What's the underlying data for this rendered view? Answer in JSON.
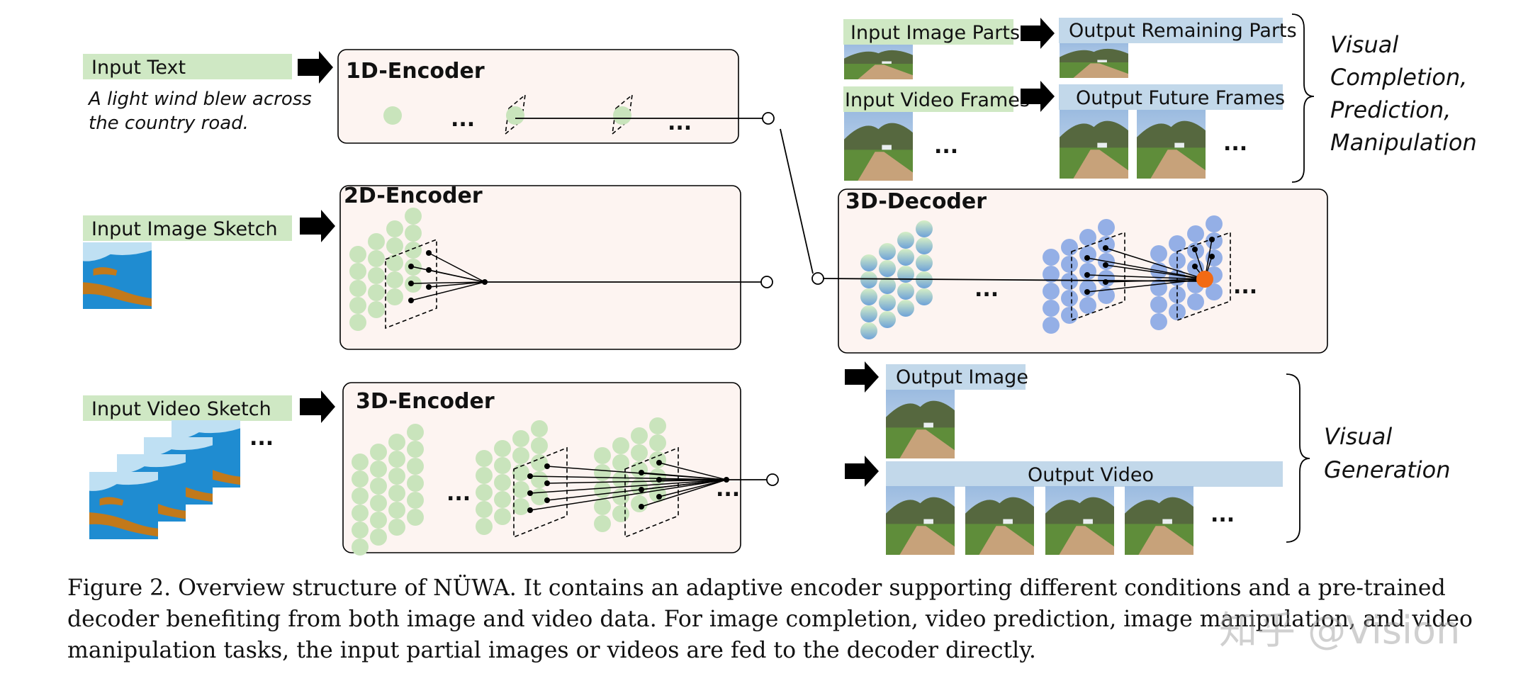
{
  "figure": {
    "caption": "Figure 2. Overview structure of NÜWA. It contains an adaptive encoder supporting different conditions and a pre-trained decoder benefiting from both image and video data. For image completion, video prediction, image manipulation, and video manipulation tasks, the input partial images or videos are fed to the decoder directly.",
    "watermark": "知乎 @Vision"
  },
  "inputs": {
    "text_label": "Input Text",
    "text_example_line1": "A light wind blew across",
    "text_example_line2": "the country road.",
    "image_sketch_label": "Input Image Sketch",
    "video_sketch_label": "Input Video Sketch",
    "ellipsis": "..."
  },
  "encoders": {
    "e1d_title": "1D-Encoder",
    "e2d_title": "2D-Encoder",
    "e3d_title": "3D-Encoder",
    "ellipsis": "..."
  },
  "decoder": {
    "title": "3D-Decoder",
    "ellipsis": "..."
  },
  "completion": {
    "input_image_parts": "Input Image Parts",
    "output_remaining_parts": "Output Remaining Parts",
    "input_video_frames": "Input Video Frames",
    "output_future_frames": "Output Future Frames",
    "group_line1": "Visual",
    "group_line2": "Completion,",
    "group_line3": "Prediction,",
    "group_line4": "Manipulation",
    "ellipsis": "..."
  },
  "generation": {
    "output_image": "Output Image",
    "output_video": "Output Video",
    "group_line1": "Visual",
    "group_line2": "Generation",
    "ellipsis": "..."
  },
  "colors": {
    "input_label_bg": "#cfe8c4",
    "output_label_bg": "#c2d8ea",
    "box_bg": "#fdf4f1",
    "green_node": "#c9e4bc",
    "blue_node": "#94afe6",
    "gradient_top": "#d6efc5",
    "gradient_bottom": "#6ea2d8",
    "query_node": "#f26a14",
    "sketch_sky": "#bfe0f3",
    "sketch_ground": "#1f8cd1",
    "sketch_road": "#c2791a"
  }
}
